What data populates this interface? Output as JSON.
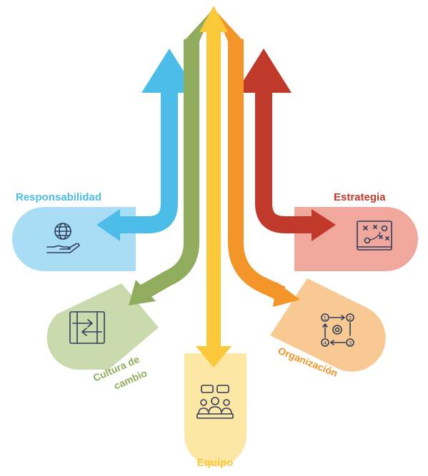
{
  "diagram": {
    "branches": [
      {
        "id": "responsabilidad",
        "label": "Responsabilidad",
        "color": "#4bbde8",
        "pale": "#a9dcf5",
        "icon": "globe-hand-icon"
      },
      {
        "id": "cultura",
        "label_line1": "Cultura de",
        "label_line2": "cambio",
        "color": "#8fad5c",
        "pale": "#c9dbac",
        "icon": "swap-arrows-icon"
      },
      {
        "id": "equipo",
        "label": "Equipo",
        "color": "#fbc83a",
        "pale": "#fde7a4",
        "icon": "team-meeting-icon"
      },
      {
        "id": "organizacion",
        "label": "Organización",
        "color": "#f39528",
        "pale": "#f8c993",
        "icon": "process-steps-icon"
      },
      {
        "id": "estrategia",
        "label": "Estrategia",
        "color": "#c0392b",
        "pale": "#f0a79c",
        "icon": "strategy-board-icon"
      }
    ]
  }
}
